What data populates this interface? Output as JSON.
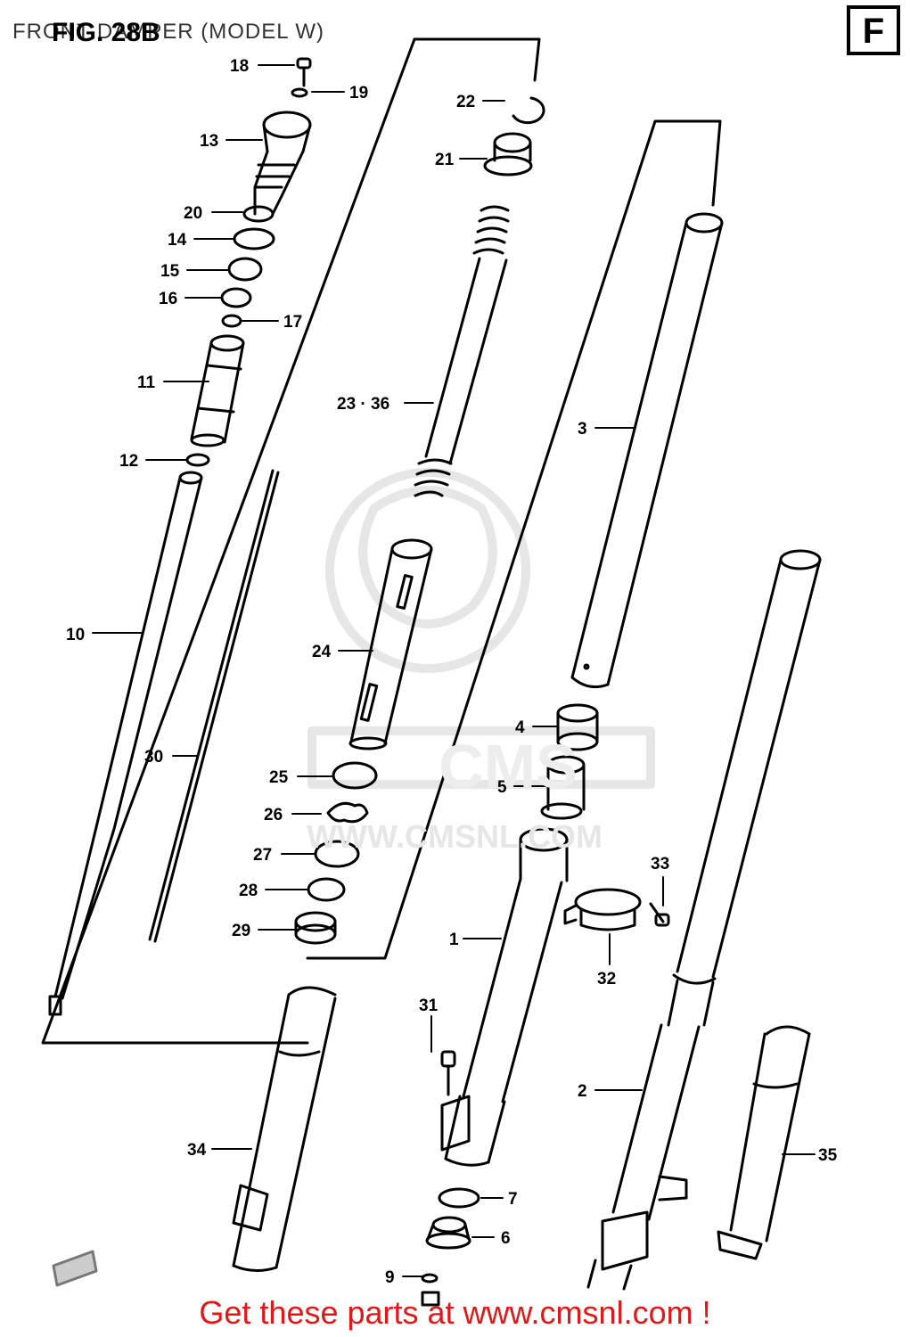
{
  "header": {
    "title": "FRONT DAMPER (MODEL W)",
    "figure_label": "FIG. 28B",
    "section_letter": "F"
  },
  "watermark": {
    "logo_text": "CMS",
    "url_text": "WWW.CMSNL.COM"
  },
  "footer": {
    "text": "Get these parts at www.cmsnl.com !"
  },
  "callouts": [
    {
      "id": "c18",
      "label": "18"
    },
    {
      "id": "c19",
      "label": "19"
    },
    {
      "id": "c13",
      "label": "13"
    },
    {
      "id": "c20",
      "label": "20"
    },
    {
      "id": "c14",
      "label": "14"
    },
    {
      "id": "c15",
      "label": "15"
    },
    {
      "id": "c16",
      "label": "16"
    },
    {
      "id": "c17",
      "label": "17"
    },
    {
      "id": "c11",
      "label": "11"
    },
    {
      "id": "c12",
      "label": "12"
    },
    {
      "id": "c10",
      "label": "10"
    },
    {
      "id": "c30",
      "label": "30"
    },
    {
      "id": "c22",
      "label": "22"
    },
    {
      "id": "c21",
      "label": "21"
    },
    {
      "id": "c2336",
      "label": "23 · 36"
    },
    {
      "id": "c24",
      "label": "24"
    },
    {
      "id": "c25",
      "label": "25"
    },
    {
      "id": "c26",
      "label": "26"
    },
    {
      "id": "c27",
      "label": "27"
    },
    {
      "id": "c28",
      "label": "28"
    },
    {
      "id": "c29",
      "label": "29"
    },
    {
      "id": "c3",
      "label": "3"
    },
    {
      "id": "c4",
      "label": "4"
    },
    {
      "id": "c5",
      "label": "5"
    },
    {
      "id": "c33",
      "label": "33"
    },
    {
      "id": "c32",
      "label": "32"
    },
    {
      "id": "c1",
      "label": "1"
    },
    {
      "id": "c31",
      "label": "31"
    },
    {
      "id": "c2",
      "label": "2"
    },
    {
      "id": "c34",
      "label": "34"
    },
    {
      "id": "c35",
      "label": "35"
    },
    {
      "id": "c7",
      "label": "7"
    },
    {
      "id": "c6",
      "label": "6"
    },
    {
      "id": "c9",
      "label": "9"
    }
  ]
}
